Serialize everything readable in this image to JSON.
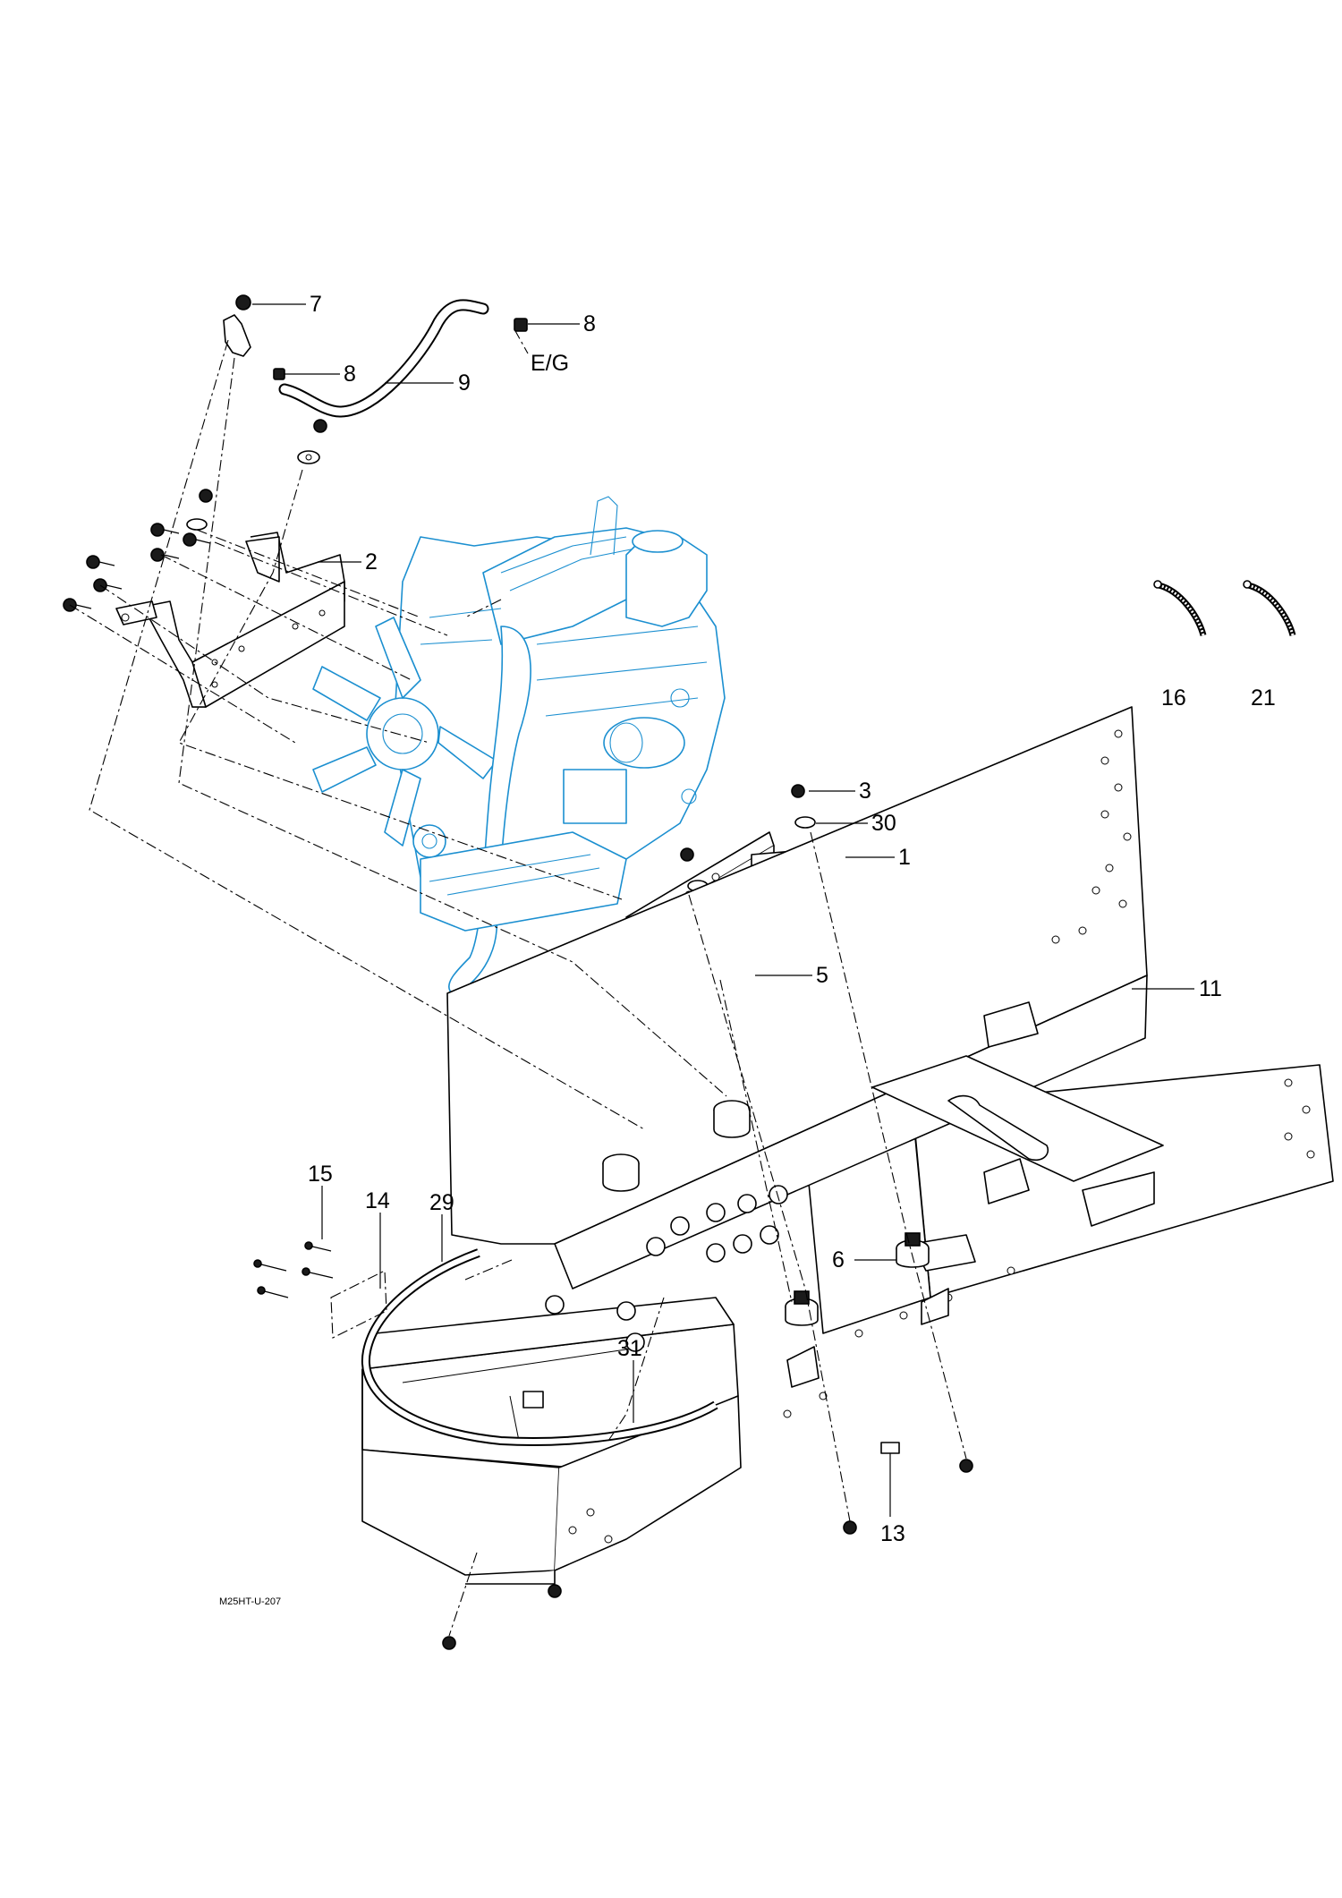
{
  "diagram": {
    "drawing_code": "M25HT-U-207",
    "callouts": [
      {
        "id": "c7",
        "label": "7"
      },
      {
        "id": "c8a",
        "label": "8"
      },
      {
        "id": "c8b",
        "label": "8"
      },
      {
        "id": "ceg",
        "label": "E/G"
      },
      {
        "id": "c9",
        "label": "9"
      },
      {
        "id": "c2",
        "label": "2"
      },
      {
        "id": "c16",
        "label": "16"
      },
      {
        "id": "c21",
        "label": "21"
      },
      {
        "id": "c3",
        "label": "3"
      },
      {
        "id": "c30",
        "label": "30"
      },
      {
        "id": "c1",
        "label": "1"
      },
      {
        "id": "c5",
        "label": "5"
      },
      {
        "id": "c11",
        "label": "11"
      },
      {
        "id": "c15",
        "label": "15"
      },
      {
        "id": "c14",
        "label": "14"
      },
      {
        "id": "c29",
        "label": "29"
      },
      {
        "id": "c6",
        "label": "6"
      },
      {
        "id": "c31",
        "label": "31"
      },
      {
        "id": "c13",
        "label": "13"
      }
    ]
  },
  "colors": {
    "engine_line": "#1b8fd0",
    "part_line": "#000000",
    "background": "#ffffff"
  }
}
